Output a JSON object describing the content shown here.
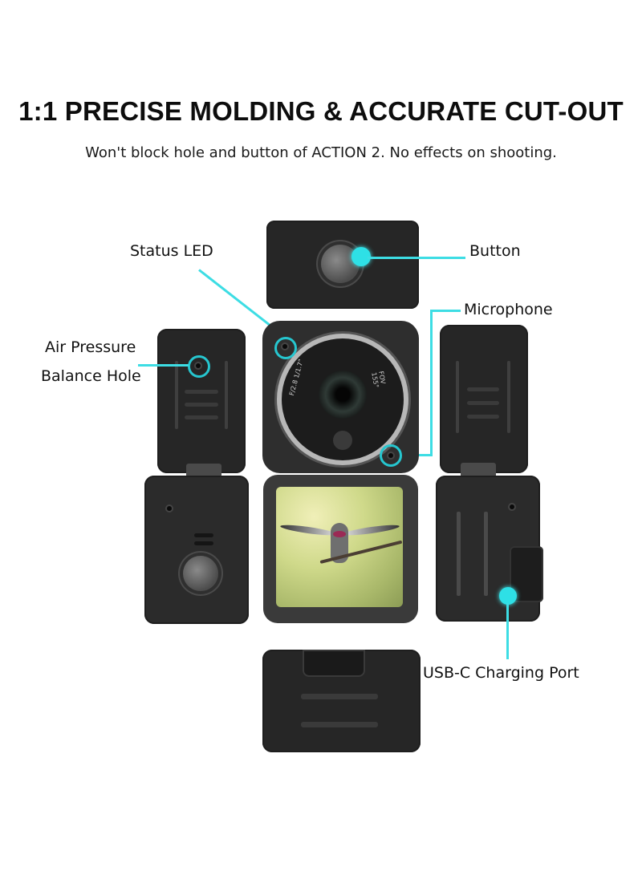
{
  "header": {
    "title": "1:1 PRECISE MOLDING & ACCURATE CUT-OUT",
    "subtitle": "Won't block hole and button of ACTION 2. No effects on shooting."
  },
  "callouts": {
    "status_led": "Status LED",
    "button": "Button",
    "microphone": "Microphone",
    "air_pressure_line1": "Air Pressure",
    "air_pressure_line2": "Balance Hole",
    "usb_c": "USB-C Charging Port"
  },
  "lens": {
    "left_text": "F/2.8  1/1.7\"",
    "right_text": "FOV 155°"
  },
  "colors": {
    "accent_cyan": "#3ddde4",
    "case_black": "#262626",
    "background": "#ffffff"
  }
}
